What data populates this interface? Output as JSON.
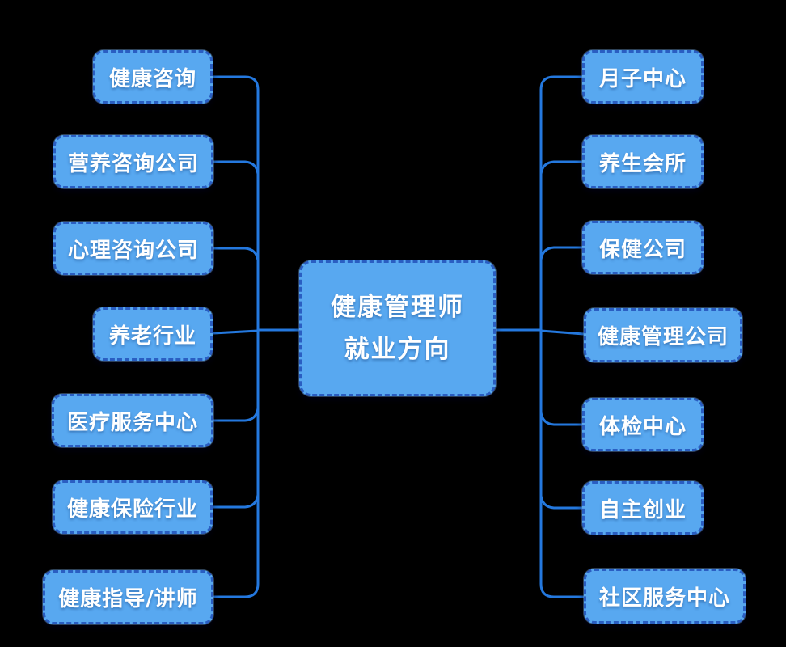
{
  "colors": {
    "background": "#000000",
    "box_fill": "#58A8F0",
    "box_border_dash": "#2A5EC2",
    "connector_line": "#2478DE",
    "text": "#FFFFFF"
  },
  "center_node": {
    "line1": "健康管理师",
    "line2": "就业方向"
  },
  "left_nodes": [
    {
      "label": "健康咨询"
    },
    {
      "label": "营养咨询公司"
    },
    {
      "label": "心理咨询公司"
    },
    {
      "label": "养老行业"
    },
    {
      "label": "医疗服务中心"
    },
    {
      "label": "健康保险行业"
    },
    {
      "label": "健康指导/讲师"
    }
  ],
  "right_nodes": [
    {
      "label": "月子中心"
    },
    {
      "label": "养生会所"
    },
    {
      "label": "保健公司"
    },
    {
      "label": "健康管理公司"
    },
    {
      "label": "体检中心"
    },
    {
      "label": "自主创业"
    },
    {
      "label": "社区服务中心"
    }
  ]
}
